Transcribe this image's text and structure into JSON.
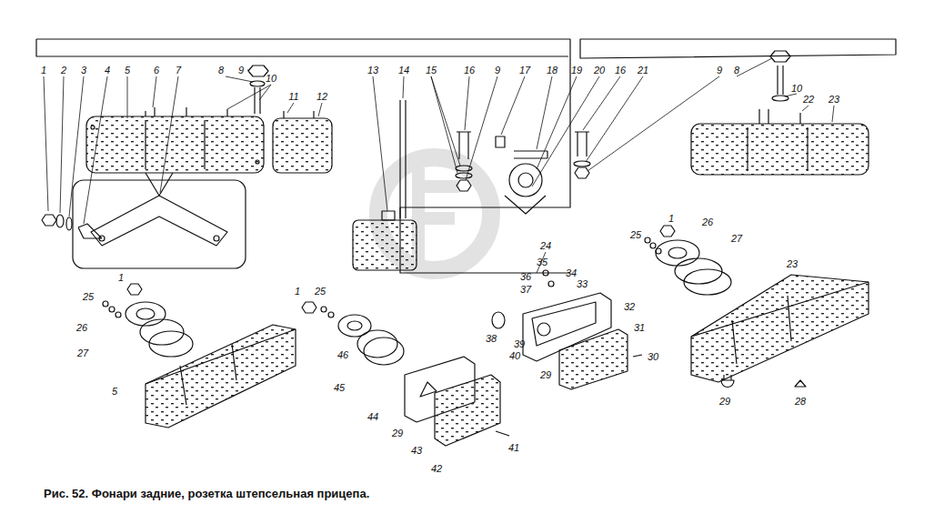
{
  "diagram": {
    "caption": "Рис. 52. Фонари задние, розетка штепсельная прицепа.",
    "labels": [
      "1",
      "2",
      "3",
      "4",
      "5",
      "6",
      "7",
      "8",
      "9",
      "10",
      "11",
      "12",
      "13",
      "14",
      "15",
      "16",
      "9",
      "17",
      "18",
      "19",
      "20",
      "16",
      "21",
      "9",
      "8",
      "10",
      "22",
      "23",
      "1",
      "26",
      "25",
      "27",
      "24",
      "23",
      "35",
      "34",
      "1",
      "36",
      "1",
      "25",
      "37",
      "33",
      "25",
      "32",
      "26",
      "31",
      "38",
      "39",
      "27",
      "46",
      "40",
      "30",
      "29",
      "45",
      "5",
      "29",
      "28",
      "44",
      "29",
      "41",
      "43",
      "42"
    ]
  }
}
